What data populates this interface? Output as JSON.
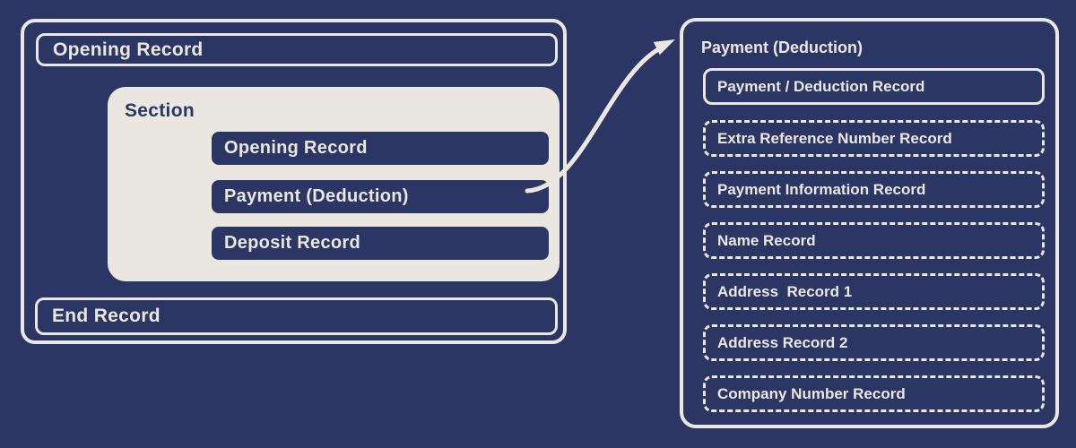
{
  "colors": {
    "background": "#2c3664",
    "surface": "#eae7e1"
  },
  "left_panel": {
    "opening_record": "Opening Record",
    "section_title": "Section",
    "section_items": [
      {
        "label": "Opening Record"
      },
      {
        "label": "Payment (Deduction)"
      },
      {
        "label": "Deposit Record"
      }
    ],
    "end_record": "End Record"
  },
  "right_panel": {
    "title": "Payment (Deduction)",
    "records": [
      {
        "label": "Payment / Deduction Record",
        "border": "solid"
      },
      {
        "label": "Extra Reference Number Record",
        "border": "dashed"
      },
      {
        "label": "Payment Information Record",
        "border": "dashed"
      },
      {
        "label": "Name Record",
        "border": "dashed"
      },
      {
        "label": "Address  Record 1",
        "border": "dashed"
      },
      {
        "label": "Address Record 2",
        "border": "dashed"
      },
      {
        "label": "Company Number Record",
        "border": "dashed"
      }
    ]
  }
}
